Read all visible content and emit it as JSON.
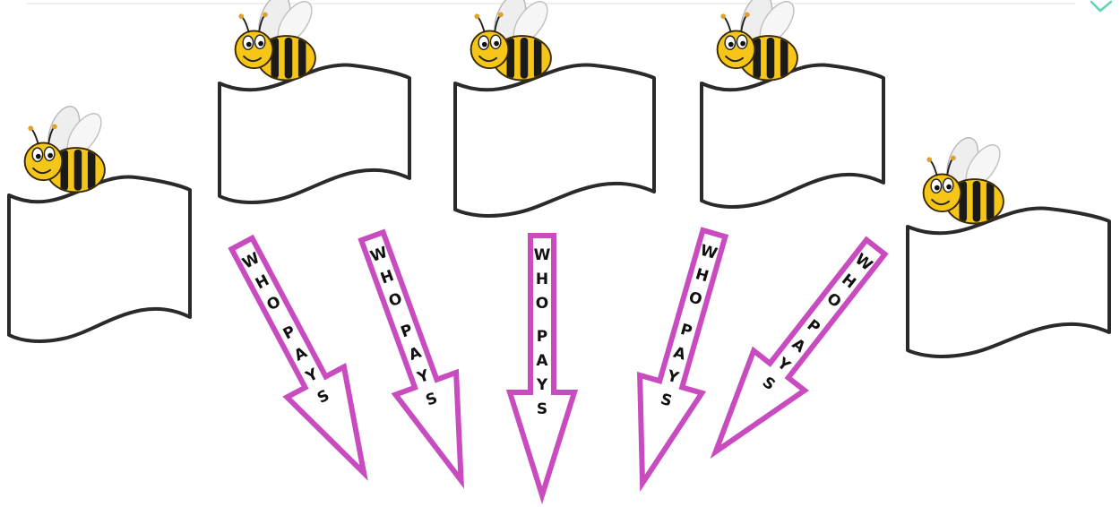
{
  "colors": {
    "arrow_stroke": "#c84cc0",
    "banner_stroke": "#2a2a2a",
    "bee_body": "#f5c518",
    "bee_stripe": "#1a1a1a",
    "bee_wing": "#eeeeee",
    "corner_mark": "#5fd3b5"
  },
  "banners": [
    {
      "name": "banner-1",
      "text": "",
      "has_bee": true
    },
    {
      "name": "banner-2",
      "text": "",
      "has_bee": true
    },
    {
      "name": "banner-3",
      "text": "",
      "has_bee": true
    },
    {
      "name": "banner-4",
      "text": "",
      "has_bee": true
    },
    {
      "name": "banner-5",
      "text": "",
      "has_bee": true
    }
  ],
  "arrows": [
    {
      "name": "arrow-1",
      "label": "WHO PAYS",
      "direction": "down-right"
    },
    {
      "name": "arrow-2",
      "label": "WHO PAYS",
      "direction": "down-right"
    },
    {
      "name": "arrow-3",
      "label": "WHO PAYS",
      "direction": "down"
    },
    {
      "name": "arrow-4",
      "label": "WHO PAYS",
      "direction": "down-left"
    },
    {
      "name": "arrow-5",
      "label": "WHO PAYS",
      "direction": "down-left"
    }
  ]
}
